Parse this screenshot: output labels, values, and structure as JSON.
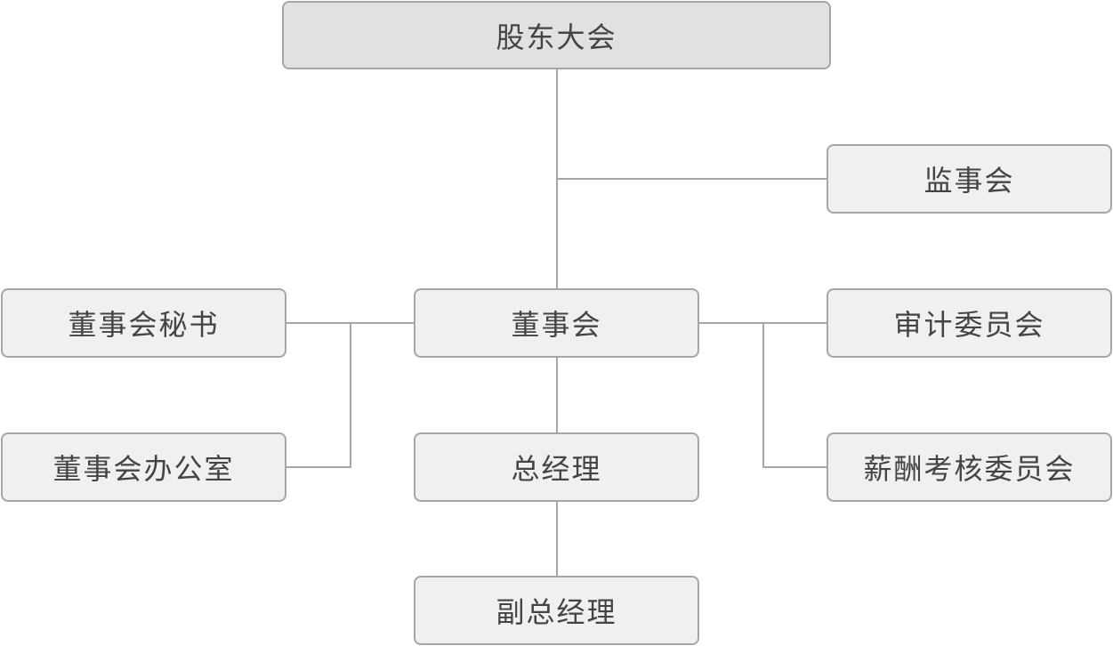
{
  "diagram": {
    "nodes": {
      "general_meeting": "股东大会",
      "supervisory_board": "监事会",
      "board_of_directors": "董事会",
      "board_secretary": "董事会秘书",
      "board_office": "董事会办公室",
      "audit_committee": "审计委员会",
      "remuneration_committee": "薪酬考核委员会",
      "general_manager": "总经理",
      "deputy_general_manager": "副总经理"
    },
    "edges": [
      [
        "general_meeting",
        "board_of_directors"
      ],
      [
        "general_meeting",
        "supervisory_board"
      ],
      [
        "board_of_directors",
        "board_secretary"
      ],
      [
        "board_of_directors",
        "board_office"
      ],
      [
        "board_of_directors",
        "audit_committee"
      ],
      [
        "board_of_directors",
        "remuneration_committee"
      ],
      [
        "board_of_directors",
        "general_manager"
      ],
      [
        "general_manager",
        "deputy_general_manager"
      ]
    ],
    "colors": {
      "root_fill": "#e1e1e1",
      "box_fill": "#f0f0f0",
      "border": "#a6a6a6",
      "line": "#a6a6a6",
      "text": "#444444"
    }
  }
}
